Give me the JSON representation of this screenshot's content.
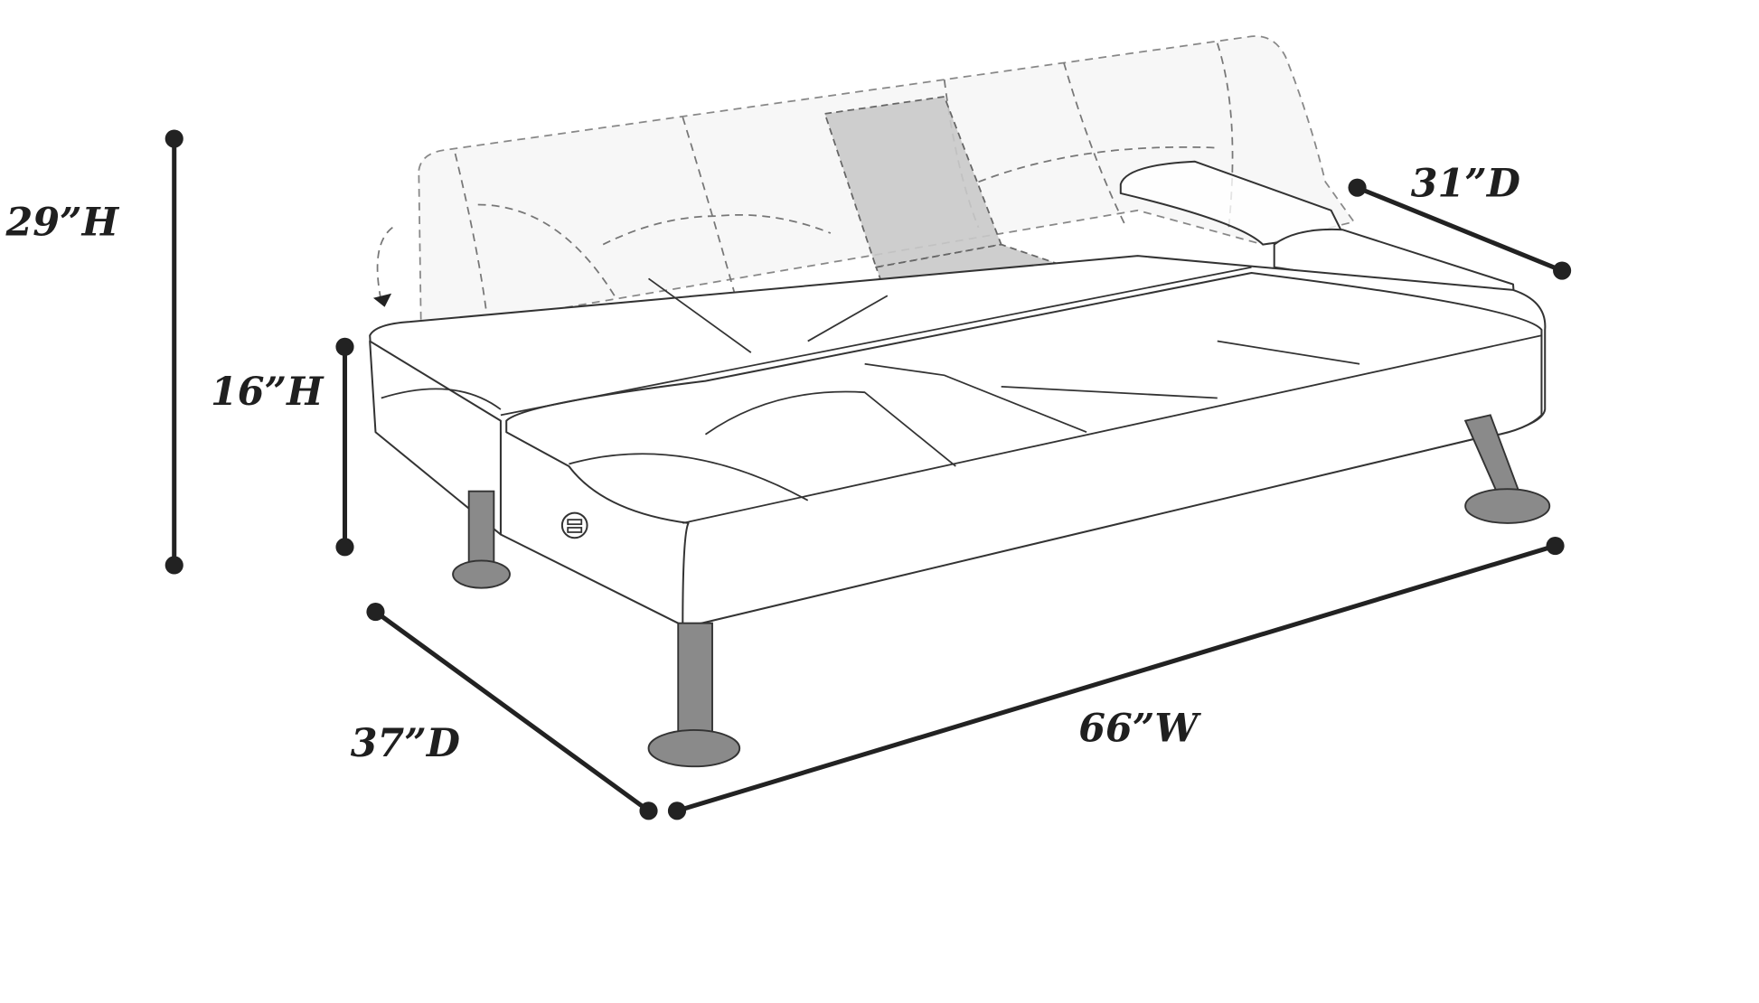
{
  "dimensions": {
    "back_height": "29”H",
    "seat_height": "16”H",
    "seat_depth": "31”D",
    "overall_depth": "37”D",
    "width": "66”W"
  },
  "colors": {
    "line": "#222222",
    "leg": "#8a8a8a",
    "tray": "#c9c9c9"
  }
}
